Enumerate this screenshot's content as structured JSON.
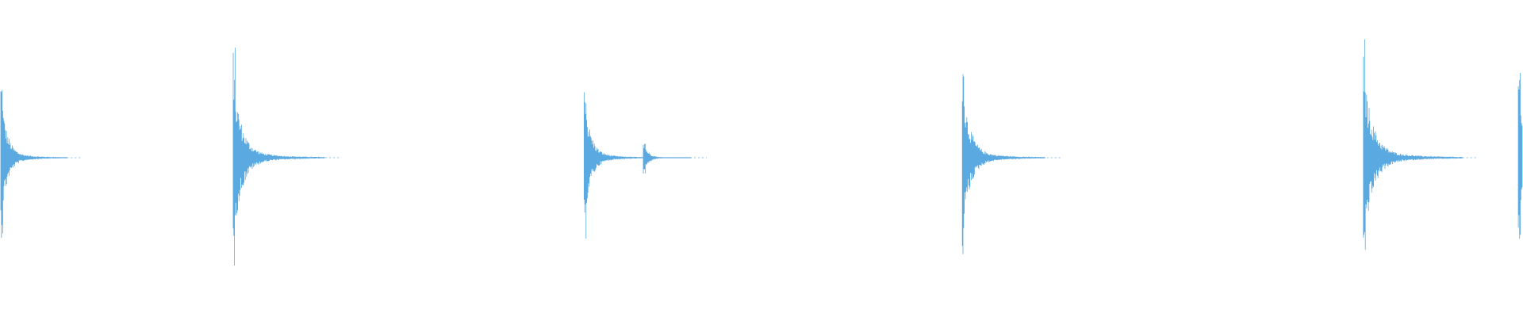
{
  "waveform": {
    "color": "#5aa9e0",
    "baseline_color": "#5aa9e0",
    "hits": [
      {
        "time": 0.0,
        "peak": 0.52,
        "trough": 0.52,
        "decay": 0.06
      },
      {
        "time": 1.53,
        "peak": 0.72,
        "trough": 0.72,
        "decay": 0.06
      },
      {
        "time": 3.84,
        "peak": 0.53,
        "trough": 0.53,
        "decay": 0.05
      },
      {
        "time": 4.23,
        "peak": 0.12,
        "trough": 0.12,
        "decay": 0.04
      },
      {
        "time": 6.33,
        "peak": 0.65,
        "trough": 0.65,
        "decay": 0.06
      },
      {
        "time": 8.97,
        "peak": 0.78,
        "trough": 0.78,
        "decay": 0.06
      },
      {
        "time": 9.99,
        "peak": 0.55,
        "trough": 0.55,
        "decay": 0.05
      }
    ],
    "duration": 10.0
  }
}
